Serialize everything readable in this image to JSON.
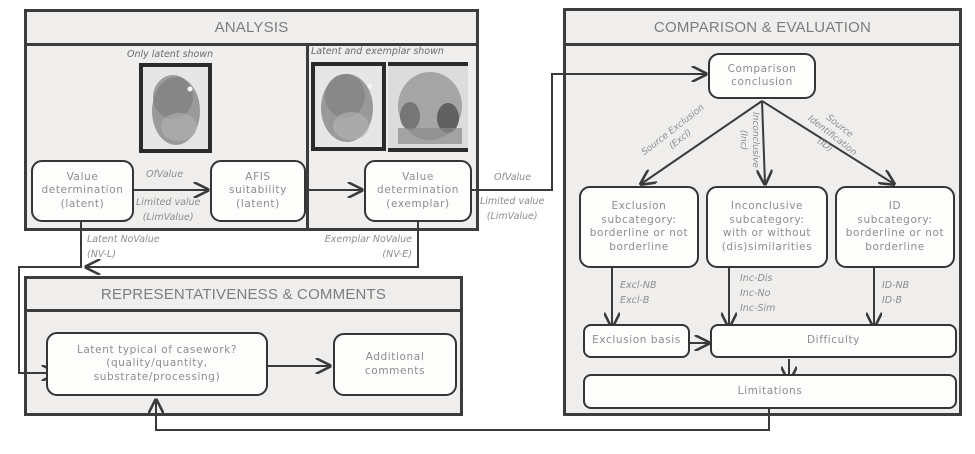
{
  "analysis": {
    "title": "ANALYSIS",
    "left_caption": "Only latent shown",
    "right_caption": "Latent and exemplar shown",
    "images": {
      "latent_only": "latent-fingerprint-image",
      "latent_pair": "latent-fingerprint-image",
      "exemplar": "exemplar-fingerprint-image"
    },
    "nodes": {
      "value_latent": "Value\ndetermination\n(latent)",
      "afis": "AFIS\nsuitability\n(latent)",
      "value_exemplar": "Value\ndetermination\n(exemplar)"
    },
    "edges": {
      "of_value_1": "OfValue",
      "lim_value_1": "Limited value\n(LimValue)",
      "of_value_2": "OfValue",
      "lim_value_2": "Limited value\n(LimValue)",
      "latent_novalue": "Latent NoValue\n(NV-L)",
      "exemplar_novalue": "Exemplar NoValue\n(NV-E)"
    }
  },
  "representativeness": {
    "title": "REPRESENTATIVENESS & COMMENTS",
    "nodes": {
      "typical": "Latent typical of casework?\n(quality/quantity,\nsubstrate/processing)",
      "comments": "Additional\ncomments"
    }
  },
  "comparison": {
    "title": "COMPARISON & EVALUATION",
    "nodes": {
      "conclusion": "Comparison\nconclusion",
      "exclusion_sub": "Exclusion\nsubcategory:\nborderline or not\nborderline",
      "inconclusive_sub": "Inconclusive\nsubcategory:\nwith or without\n(dis)similarities",
      "id_sub": "ID\nsubcategory:\nborderline or not\nborderline",
      "exclusion_basis": "Exclusion basis",
      "difficulty": "Difficulty",
      "limitations": "Limitations"
    },
    "edges": {
      "source_exclusion": "Source Exclusion\n(Excl)",
      "inconclusive": "Inconclusive\n(Inc)",
      "source_identification": "Source\nIdentification\n(ID)",
      "excl_codes": "Excl-NB\nExcl-B",
      "inc_codes": "Inc-Dis\nInc-No\nInc-Sim",
      "id_codes": "ID-NB\nID-B"
    }
  }
}
